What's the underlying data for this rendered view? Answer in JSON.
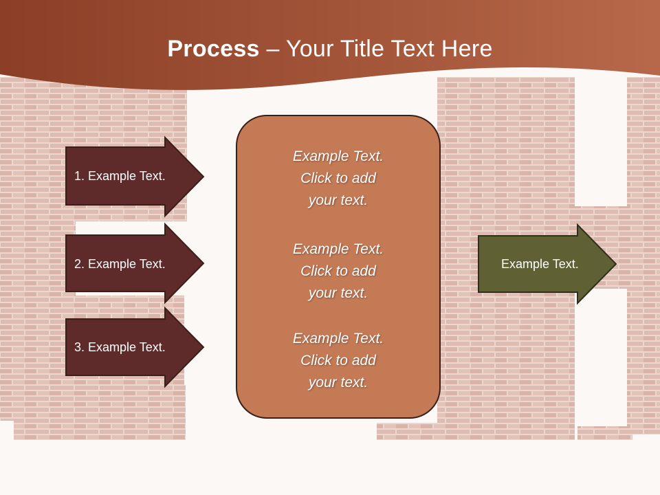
{
  "slide": {
    "title_bold": "Process",
    "title_rest": " – Your Title Text Here"
  },
  "left_arrows": [
    {
      "label": "1. Example Text."
    },
    {
      "label": "2. Example Text."
    },
    {
      "label": "3. Example Text."
    }
  ],
  "center_box": {
    "paragraphs": [
      "Example Text.\nClick  to add\nyour text.",
      "Example Text.\nClick  to add\nyour text.",
      "Example Text.\nClick  to add\nyour text."
    ]
  },
  "right_arrow": {
    "label": "Example Text."
  },
  "colors": {
    "header": "#a4573a",
    "left_arrow_fill": "#5e2a2a",
    "center_box_fill": "#c47a55",
    "right_arrow_fill": "#5f6033",
    "outline": "#3a1f18"
  }
}
